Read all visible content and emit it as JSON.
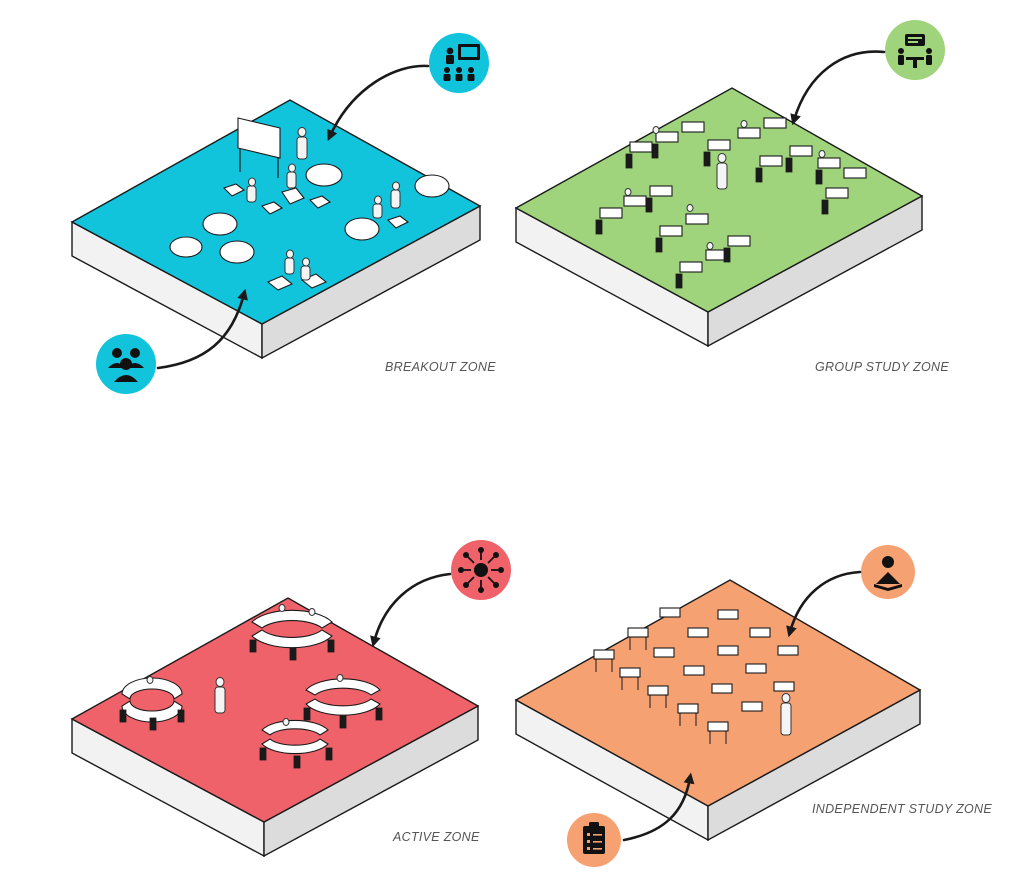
{
  "zones": [
    {
      "id": "breakout",
      "label": "BREAKOUT ZONE",
      "color": "#12c3dc",
      "icons": [
        "teacher-presentation-icon",
        "group-people-icon"
      ]
    },
    {
      "id": "group-study",
      "label": "GROUP STUDY ZONE",
      "color": "#9fd47c",
      "icons": [
        "meeting-table-icon"
      ]
    },
    {
      "id": "active",
      "label": "ACTIVE ZONE",
      "color": "#f0626a",
      "icons": [
        "network-hub-icon"
      ]
    },
    {
      "id": "independent-study",
      "label": "INDEPENDENT STUDY ZONE",
      "color": "#f5a171",
      "icons": [
        "reading-person-icon",
        "clipboard-checklist-icon"
      ]
    }
  ]
}
